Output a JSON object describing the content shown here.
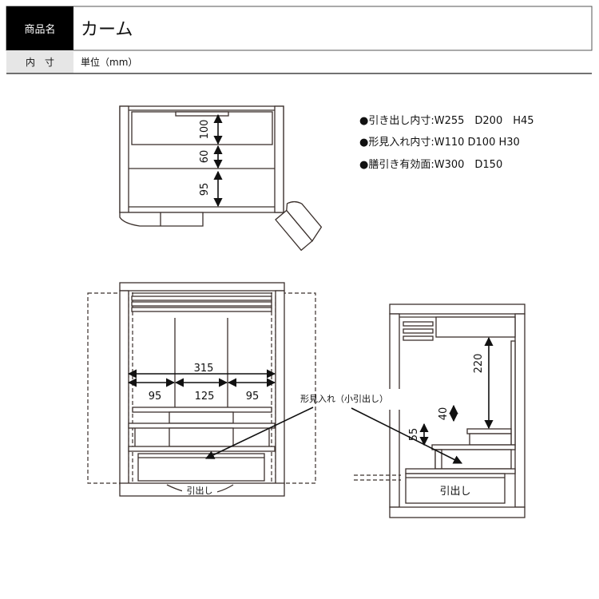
{
  "header": {
    "product_name_label": "商品名",
    "product_name": "カーム",
    "inner_size_label": "内　寸",
    "unit": "単位（mm）"
  },
  "specs": [
    "●引き出し内寸:W255　D200　H45",
    "●形見入れ内寸:W110 D100 H30",
    "●膳引き有効面:W300　D150"
  ],
  "top_view": {
    "dims": [
      "100",
      "60",
      "95"
    ]
  },
  "front_view": {
    "total_width": "315",
    "widths": [
      "95",
      "125",
      "95"
    ],
    "drawer_label": "引出し",
    "keepsake_label": "形見入れ（小引出し）"
  },
  "side_view": {
    "dims": [
      "220",
      "40",
      "55"
    ],
    "drawer_label": "引出し"
  },
  "colors": {
    "line": "#3b302c",
    "header_black": "#000000",
    "header_grey": "#e6e6e6"
  }
}
